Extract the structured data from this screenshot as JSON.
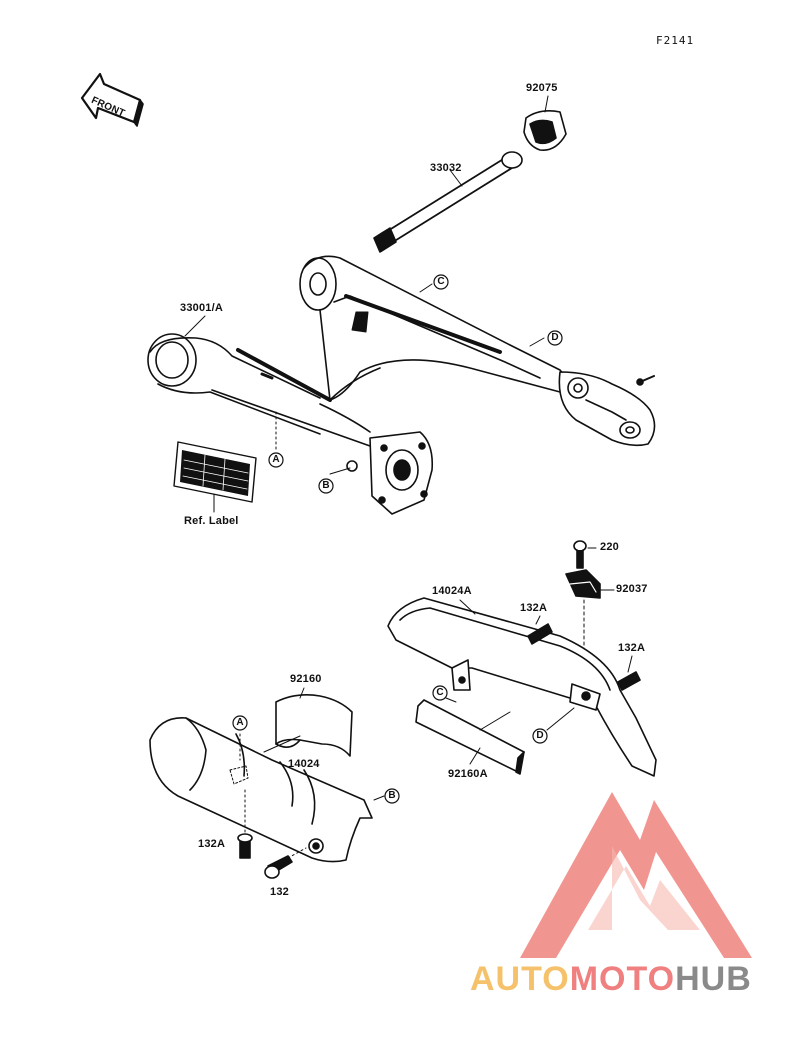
{
  "diagram_code": "F2141",
  "front_label": "FRONT",
  "parts": {
    "p92075": "92075",
    "p33032": "33032",
    "p33001": "33001/A",
    "p220": "220",
    "p92037": "92037",
    "p14024A": "14024A",
    "p132A_a": "132A",
    "p132A_b": "132A",
    "p92160": "92160",
    "p14024": "14024",
    "p92160A": "92160A",
    "p132A_c": "132A",
    "p132": "132"
  },
  "ref_label": "Ref. Label",
  "markers": {
    "a_top": "A",
    "b_top": "B",
    "c_top": "C",
    "d_top": "D",
    "a_bottom": "A",
    "b_bottom": "B",
    "c_bottom": "C",
    "d_bottom": "D"
  },
  "watermark": {
    "part1": "AUTO",
    "part2": "MOTO",
    "part3": "HUB",
    "color1": "#f5c26b",
    "color2": "#f07f7f",
    "color3": "#8a8a8a"
  }
}
